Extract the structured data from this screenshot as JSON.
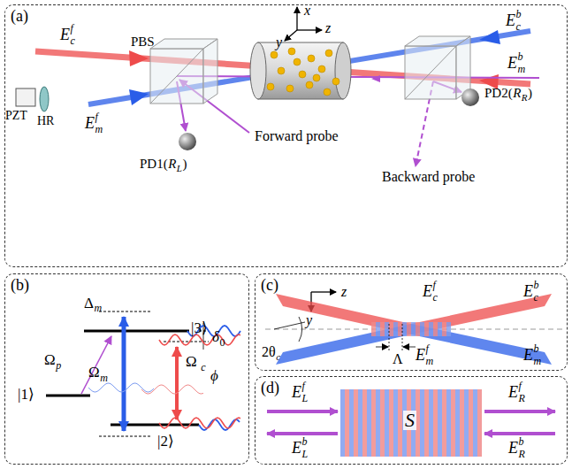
{
  "diagram": {
    "nodes": [
      {
        "text": [
          "(a)"
        ]
      },
      {
        "text": [
          "(b)"
        ]
      },
      {
        "text": [
          "(c)"
        ]
      },
      {
        "text": [
          "(d)"
        ]
      }
    ],
    "labels": [
      "x",
      "y",
      "z",
      "E",
      "c",
      "f",
      "PBS",
      "PZT",
      "HR",
      "E",
      "m",
      "f",
      "PD1(",
      "R",
      "L",
      ")",
      "Forward probe",
      "E",
      "c",
      "b",
      "E",
      "m",
      "b",
      "PD2(",
      "R",
      "R",
      ")",
      "Backward probe",
      "Δ",
      "m",
      "|3⟩",
      "δ",
      "0",
      "Ω",
      "p",
      "Ω",
      "m",
      "Ω",
      "c",
      "ϕ",
      "|1⟩",
      "|2⟩",
      "z",
      "y",
      "2θ",
      "c",
      "Λ",
      "E",
      "c",
      "f",
      "E",
      "c",
      "b",
      "E",
      "m",
      "f",
      "E",
      "m",
      "b",
      "E",
      "L",
      "f",
      "E",
      "L",
      "b",
      "E",
      "R",
      "f",
      "E",
      "R",
      "b",
      "S"
    ]
  }
}
